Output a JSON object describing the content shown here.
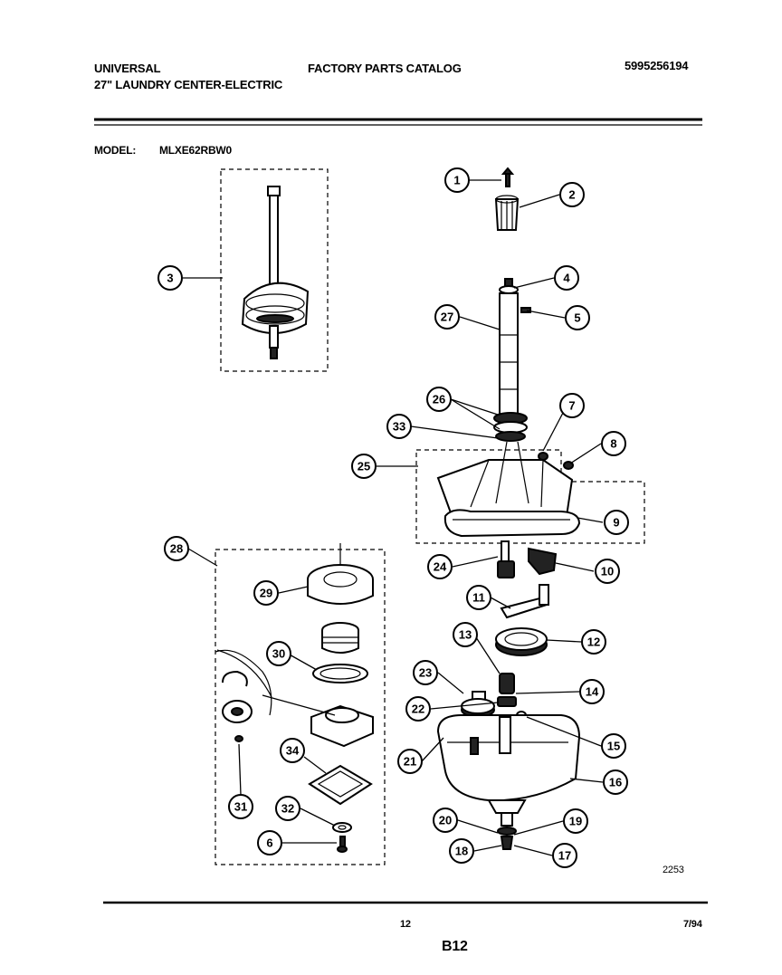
{
  "header": {
    "brand": "UNIVERSAL",
    "subtitle": "27\" LAUNDRY CENTER-ELECTRIC",
    "catalog_title": "FACTORY PARTS CATALOG",
    "catalog_number": "5995256194",
    "model_label": "MODEL:",
    "model_value": "MLXE62RBW0"
  },
  "diagram": {
    "drawing_number": "2253",
    "callouts": [
      "1",
      "2",
      "3",
      "4",
      "5",
      "27",
      "26",
      "7",
      "33",
      "8",
      "25",
      "9",
      "24",
      "10",
      "28",
      "29",
      "11",
      "12",
      "13",
      "30",
      "23",
      "14",
      "22",
      "15",
      "21",
      "34",
      "16",
      "31",
      "32",
      "20",
      "19",
      "6",
      "18",
      "17"
    ]
  },
  "footer": {
    "page_number": "12",
    "date": "7/94",
    "section": "B12"
  }
}
